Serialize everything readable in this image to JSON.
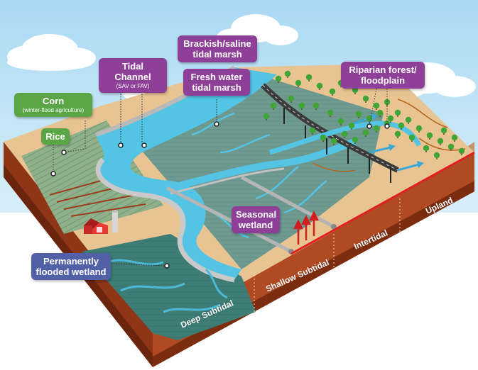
{
  "colors": {
    "sky": "#bfe3f6",
    "water": "#53c4e4",
    "marsh": "#6f9a90",
    "land": "#e8c493",
    "soil": "#9b3d1b",
    "road": "#3b3b3b",
    "tree": "#3fa535",
    "label_green": "#5aa646",
    "label_purple": "#8e3f97",
    "label_blue": "#5260a8",
    "high_water_line": "#e02020"
  },
  "callouts": {
    "corn": {
      "title": "Corn",
      "subtitle": "(winter-flood agriculture)"
    },
    "rice": {
      "title": "Rice"
    },
    "tidal_channel": {
      "title": "Tidal Channel",
      "subtitle": "(SAV or FAV)"
    },
    "brackish_marsh": {
      "line1": "Brackish/saline",
      "line2": "tidal marsh"
    },
    "fresh_marsh": {
      "line1": "Fresh water",
      "line2": "tidal marsh"
    },
    "riparian": {
      "line1": "Riparian forest/",
      "line2": "floodplain"
    },
    "seasonal_wetland": {
      "line1": "Seasonal",
      "line2": "wetland"
    },
    "permanent_wetland": {
      "line1": "Permanently",
      "line2": "flooded wetland"
    }
  },
  "zones": {
    "deep_subtidal": "Deep Subtidal",
    "shallow_subtidal": "Shallow Subtidal",
    "intertidal": "Intertidal",
    "upland": "Upland"
  },
  "icons": [
    "cloud-icon",
    "barn-icon",
    "silo-icon",
    "tree-icon",
    "arrow-up-icon",
    "flow-arrow-icon",
    "leader-dot-icon"
  ]
}
